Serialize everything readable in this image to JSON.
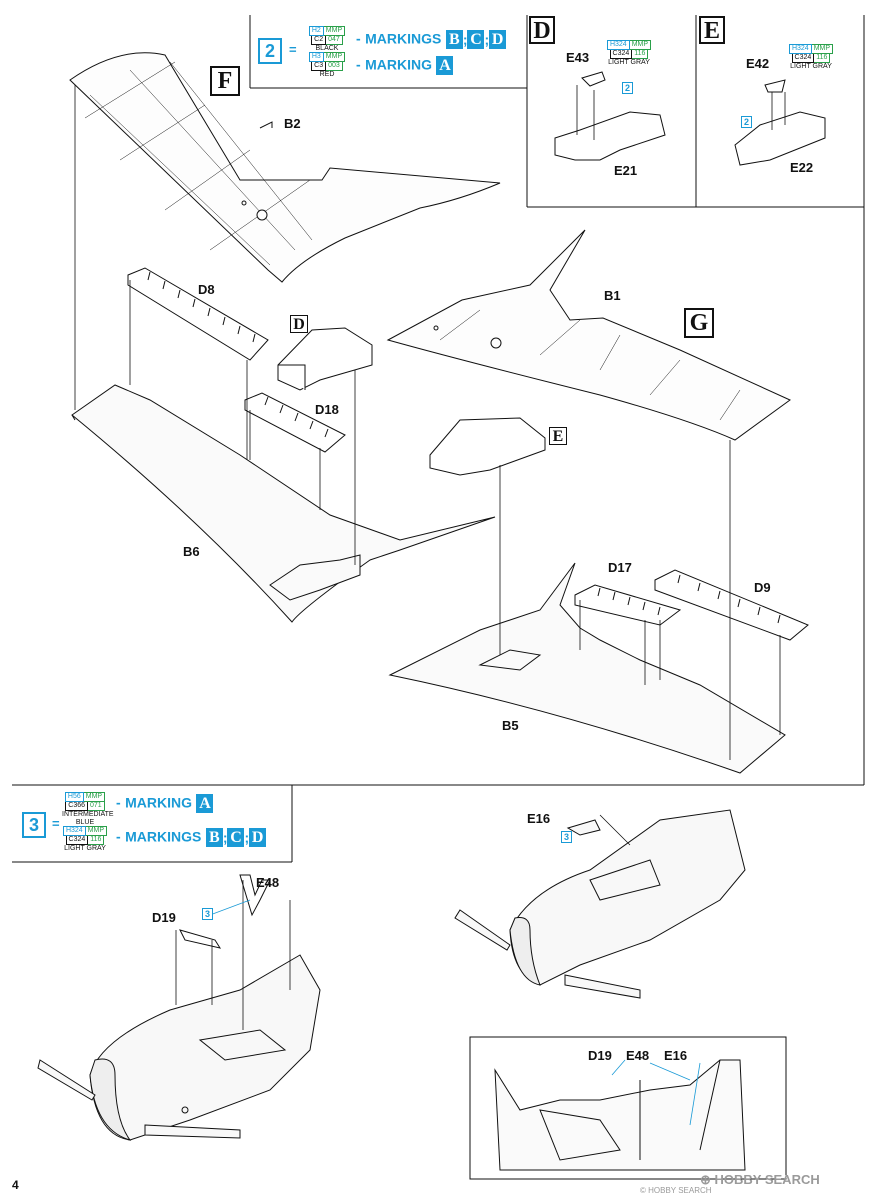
{
  "page_number": "4",
  "sections": {
    "F": "F",
    "G": "G",
    "D_box": "D",
    "E_box": "E",
    "D_small": "D",
    "E_small": "E"
  },
  "part_labels": {
    "B2": "B2",
    "D8": "D8",
    "D18": "D18",
    "B6": "B6",
    "B1": "B1",
    "D17": "D17",
    "D9": "D9",
    "B5": "B5",
    "E43": "E43",
    "E21": "E21",
    "E42": "E42",
    "E22": "E22",
    "E16": "E16",
    "E48": "E48",
    "D19": "D19",
    "detail_D19": "D19",
    "detail_E48": "E48",
    "detail_E16": "E16"
  },
  "color_callouts": {
    "c2": "2",
    "c3": "3",
    "equals": "=",
    "dash": "-",
    "marking_bcd": "MARKINGS",
    "marking_a": "MARKING",
    "letters": {
      "A": "A",
      "B": "B",
      "C": "C",
      "D": "D",
      "sep": ";"
    },
    "small_2": "2",
    "small_3": "3"
  },
  "paints": {
    "black": {
      "h": "H2",
      "brand": "MMP",
      "c": "C2",
      "num": "047",
      "name": "BLACK"
    },
    "red": {
      "h": "H3",
      "brand": "MMP",
      "c": "C3",
      "num": "003",
      "name": "RED"
    },
    "int_blue": {
      "h": "H56",
      "brand": "MMP",
      "c": "C366",
      "num": "071",
      "name": "INTERMEDIATE BLUE"
    },
    "light_gray": {
      "h": "H324",
      "brand": "MMP",
      "c": "C324",
      "num": "116",
      "name": "LIGHT GRAY"
    }
  },
  "watermark": {
    "brand": "HOBBY SEARCH",
    "note": "© HOBBY SEARCH"
  },
  "colors": {
    "accent_blue": "#1a9ad6",
    "paint_green": "#2aa04a",
    "line": "#111111"
  }
}
